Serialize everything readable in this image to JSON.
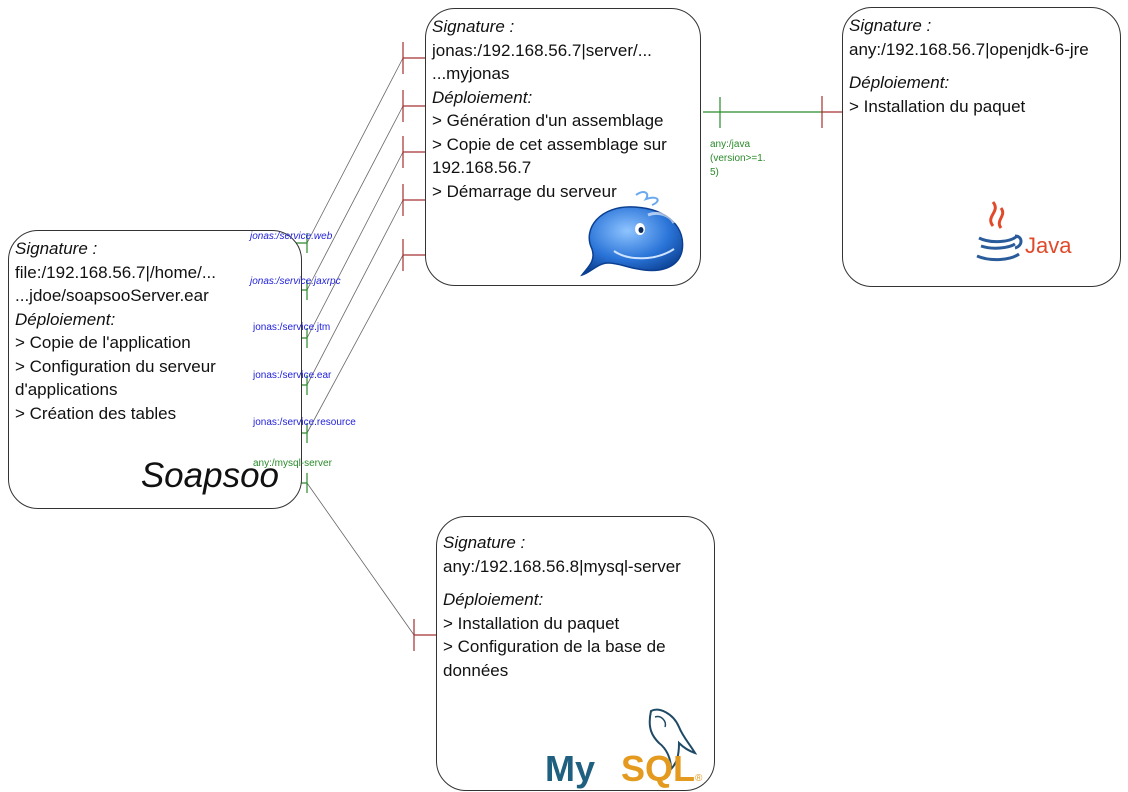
{
  "colors": {
    "provided_port": "#2a8a2a",
    "required_port": "#a33030",
    "service_label": "#2222dd",
    "dependency_label": "#2a8a2a",
    "box_border": "#333333"
  },
  "soapsoo": {
    "signature_label": "Signature :",
    "signature_line1": "file:/192.168.56.7|/home/...",
    "signature_line2": "...jdoe/soapsooServer.ear",
    "deploy_label": "Déploiement:",
    "steps": [
      "> Copie de l'application",
      "> Configuration du serveur",
      "d'applications",
      "> Création des tables"
    ],
    "brand": "Soapsoo"
  },
  "jonas": {
    "signature_label": "Signature :",
    "signature_line1": "jonas:/192.168.56.7|server/...",
    "signature_line2": "...myjonas",
    "deploy_label": "Déploiement:",
    "steps": [
      "> Génération d'un assemblage",
      "> Copie de cet assemblage sur",
      "192.168.56.7",
      "> Démarrage du serveur"
    ],
    "logo_icon": "whale-logo-icon"
  },
  "java": {
    "signature_label": "Signature :",
    "signature_line1": "any:/192.168.56.7|openjdk-6-jre",
    "deploy_label": "Déploiement:",
    "steps": [
      "> Installation du paquet"
    ],
    "logo_text": "Java"
  },
  "mysql": {
    "signature_label": "Signature :",
    "signature_line1": "any:/192.168.56.8|mysql-server",
    "deploy_label": "Déploiement:",
    "steps": [
      "> Installation du paquet",
      "> Configuration de la base de",
      "données"
    ],
    "logo_text_my": "My",
    "logo_text_sql": "SQL",
    "logo_registered": "®"
  },
  "services": {
    "web": "jonas:/service.web",
    "jaxrpc": "jonas:/service.jaxrpc",
    "jtm": "jonas:/service.jtm",
    "ear": "jonas:/service.ear",
    "resource": "jonas:/service.resource"
  },
  "dependencies": {
    "mysql": "any:/mysql-server",
    "java_line1": "any:/java",
    "java_line2": "(version>=1.",
    "java_line3": "5)"
  }
}
